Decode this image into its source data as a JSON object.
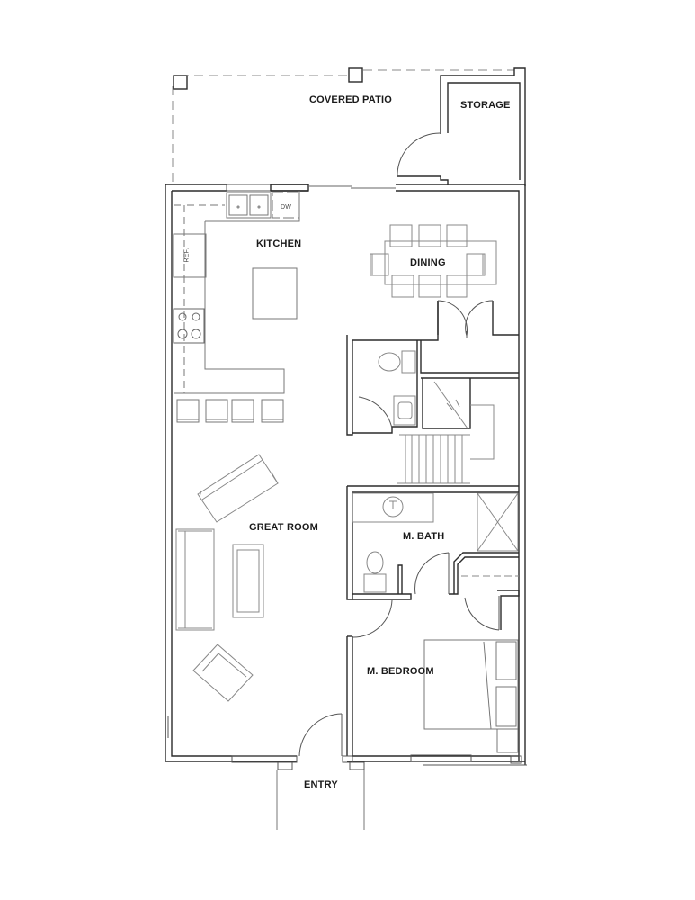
{
  "plan": {
    "type": "floor-plan",
    "rooms": {
      "covered_patio": "COVERED PATIO",
      "storage": "STORAGE",
      "kitchen": "KITCHEN",
      "dining": "DINING",
      "great_room": "GREAT ROOM",
      "master_bath": "M. BATH",
      "master_bedroom": "M. BEDROOM",
      "entry": "ENTRY"
    },
    "fixtures": {
      "dishwasher": "DW",
      "refrigerator": "REF."
    },
    "colors": {
      "wall": "#2b2b2b",
      "fixture": "#8a8a8a",
      "background": "#ffffff"
    }
  }
}
